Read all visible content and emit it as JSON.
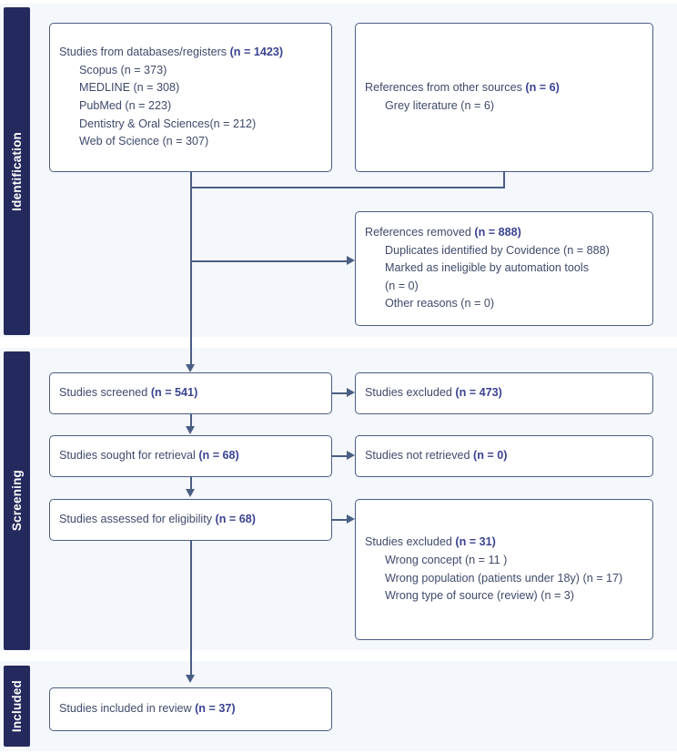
{
  "diagram": {
    "title": "PRISMA flow diagram",
    "colors": {
      "band_background": "#f4f7fb",
      "tab_background": "#252a5e",
      "tab_text": "#ffffff",
      "box_border": "#4a5e85",
      "box_background": "#ffffff",
      "text": "#3f4a6b",
      "emphasis_text": "#3a4291",
      "connector": "#4a5e85"
    }
  },
  "sections": {
    "identification": {
      "label": "Identification"
    },
    "screening": {
      "label": "Screening"
    },
    "included": {
      "label": "Included"
    }
  },
  "boxes": {
    "databases": {
      "name": "studies-from-databases",
      "lines": [
        {
          "text": "Studies from databases/registers ",
          "bold": "(n = 1423)",
          "indent": false
        },
        {
          "text": "Scopus (n = 373)",
          "bold": "",
          "indent": true
        },
        {
          "text": "MEDLINE (n = 308)",
          "bold": "",
          "indent": true
        },
        {
          "text": "PubMed (n = 223)",
          "bold": "",
          "indent": true
        },
        {
          "text": "Dentistry & Oral Sciences(n = 212)",
          "bold": "",
          "indent": true
        },
        {
          "text": "Web of Science (n = 307)",
          "bold": "",
          "indent": true
        }
      ]
    },
    "other_sources": {
      "name": "references-from-other-sources",
      "lines": [
        {
          "text": "References from other sources ",
          "bold": "(n = 6)",
          "indent": false
        },
        {
          "text": "Grey literature (n = 6)",
          "bold": "",
          "indent": true
        }
      ]
    },
    "references_removed": {
      "name": "references-removed",
      "lines": [
        {
          "text": "References removed ",
          "bold": "(n = 888)",
          "indent": false
        },
        {
          "text": "Duplicates identified by Covidence (n = 888)",
          "bold": "",
          "indent": true
        },
        {
          "text": "Marked as ineligible by automation tools",
          "bold": "",
          "indent": true
        },
        {
          "text": "(n = 0)",
          "bold": "",
          "indent": true
        },
        {
          "text": "Other reasons (n = 0)",
          "bold": "",
          "indent": true
        }
      ]
    },
    "studies_screened": {
      "name": "studies-screened",
      "lines": [
        {
          "text": "Studies screened ",
          "bold": "(n = 541)",
          "indent": false
        }
      ]
    },
    "studies_excluded_screening": {
      "name": "studies-excluded-screening",
      "lines": [
        {
          "text": "Studies excluded ",
          "bold": "(n = 473)",
          "indent": false
        }
      ]
    },
    "sought_retrieval": {
      "name": "studies-sought-for-retrieval",
      "lines": [
        {
          "text": "Studies sought for retrieval ",
          "bold": "(n = 68)",
          "indent": false
        }
      ]
    },
    "not_retrieved": {
      "name": "studies-not-retrieved",
      "lines": [
        {
          "text": "Studies not retrieved ",
          "bold": "(n = 0)",
          "indent": false
        }
      ]
    },
    "assessed_eligibility": {
      "name": "studies-assessed-for-eligibility",
      "lines": [
        {
          "text": "Studies assessed for eligibility ",
          "bold": "(n = 68)",
          "indent": false
        }
      ]
    },
    "studies_excluded_eligibility": {
      "name": "studies-excluded-eligibility",
      "lines": [
        {
          "text": "Studies excluded ",
          "bold": "(n = 31)",
          "indent": false
        },
        {
          "text": "Wrong concept (n = 11 )",
          "bold": "",
          "indent": true
        },
        {
          "text": "Wrong population (patients under 18y) (n = 17)",
          "bold": "",
          "indent": true
        },
        {
          "text": "Wrong type of source (review) (n = 3)",
          "bold": "",
          "indent": true
        }
      ]
    },
    "included_in_review": {
      "name": "studies-included-in-review",
      "lines": [
        {
          "text": "Studies included in review ",
          "bold": "(n = 37)",
          "indent": false
        }
      ]
    }
  },
  "chart_data": {
    "type": "diagram",
    "title": "PRISMA 2020 flow diagram",
    "nodes": [
      {
        "id": "databases",
        "stage": "Identification",
        "label": "Studies from databases/registers",
        "n": 1423,
        "children": [
          {
            "label": "Scopus",
            "n": 373
          },
          {
            "label": "MEDLINE",
            "n": 308
          },
          {
            "label": "PubMed",
            "n": 223
          },
          {
            "label": "Dentistry & Oral Sciences",
            "n": 212
          },
          {
            "label": "Web of Science",
            "n": 307
          }
        ]
      },
      {
        "id": "other_sources",
        "stage": "Identification",
        "label": "References from other sources",
        "n": 6,
        "children": [
          {
            "label": "Grey literature",
            "n": 6
          }
        ]
      },
      {
        "id": "references_removed",
        "stage": "Identification",
        "label": "References removed",
        "n": 888,
        "children": [
          {
            "label": "Duplicates identified by Covidence",
            "n": 888
          },
          {
            "label": "Marked as ineligible by automation tools",
            "n": 0
          },
          {
            "label": "Other reasons",
            "n": 0
          }
        ]
      },
      {
        "id": "studies_screened",
        "stage": "Screening",
        "label": "Studies screened",
        "n": 541
      },
      {
        "id": "studies_excluded_screening",
        "stage": "Screening",
        "label": "Studies excluded",
        "n": 473
      },
      {
        "id": "sought_retrieval",
        "stage": "Screening",
        "label": "Studies sought for retrieval",
        "n": 68
      },
      {
        "id": "not_retrieved",
        "stage": "Screening",
        "label": "Studies not retrieved",
        "n": 0
      },
      {
        "id": "assessed_eligibility",
        "stage": "Screening",
        "label": "Studies assessed for eligibility",
        "n": 68
      },
      {
        "id": "studies_excluded_eligibility",
        "stage": "Screening",
        "label": "Studies excluded",
        "n": 31,
        "children": [
          {
            "label": "Wrong concept",
            "n": 11
          },
          {
            "label": "Wrong population (patients under 18y)",
            "n": 17
          },
          {
            "label": "Wrong type of source (review)",
            "n": 3
          }
        ]
      },
      {
        "id": "included_in_review",
        "stage": "Included",
        "label": "Studies included in review",
        "n": 37
      }
    ],
    "edges": [
      {
        "from": "databases",
        "to": "studies_screened"
      },
      {
        "from": "other_sources",
        "to": "studies_screened"
      },
      {
        "from": "databases",
        "to": "references_removed"
      },
      {
        "from": "studies_screened",
        "to": "studies_excluded_screening"
      },
      {
        "from": "studies_screened",
        "to": "sought_retrieval"
      },
      {
        "from": "sought_retrieval",
        "to": "not_retrieved"
      },
      {
        "from": "sought_retrieval",
        "to": "assessed_eligibility"
      },
      {
        "from": "assessed_eligibility",
        "to": "studies_excluded_eligibility"
      },
      {
        "from": "assessed_eligibility",
        "to": "included_in_review"
      }
    ]
  }
}
